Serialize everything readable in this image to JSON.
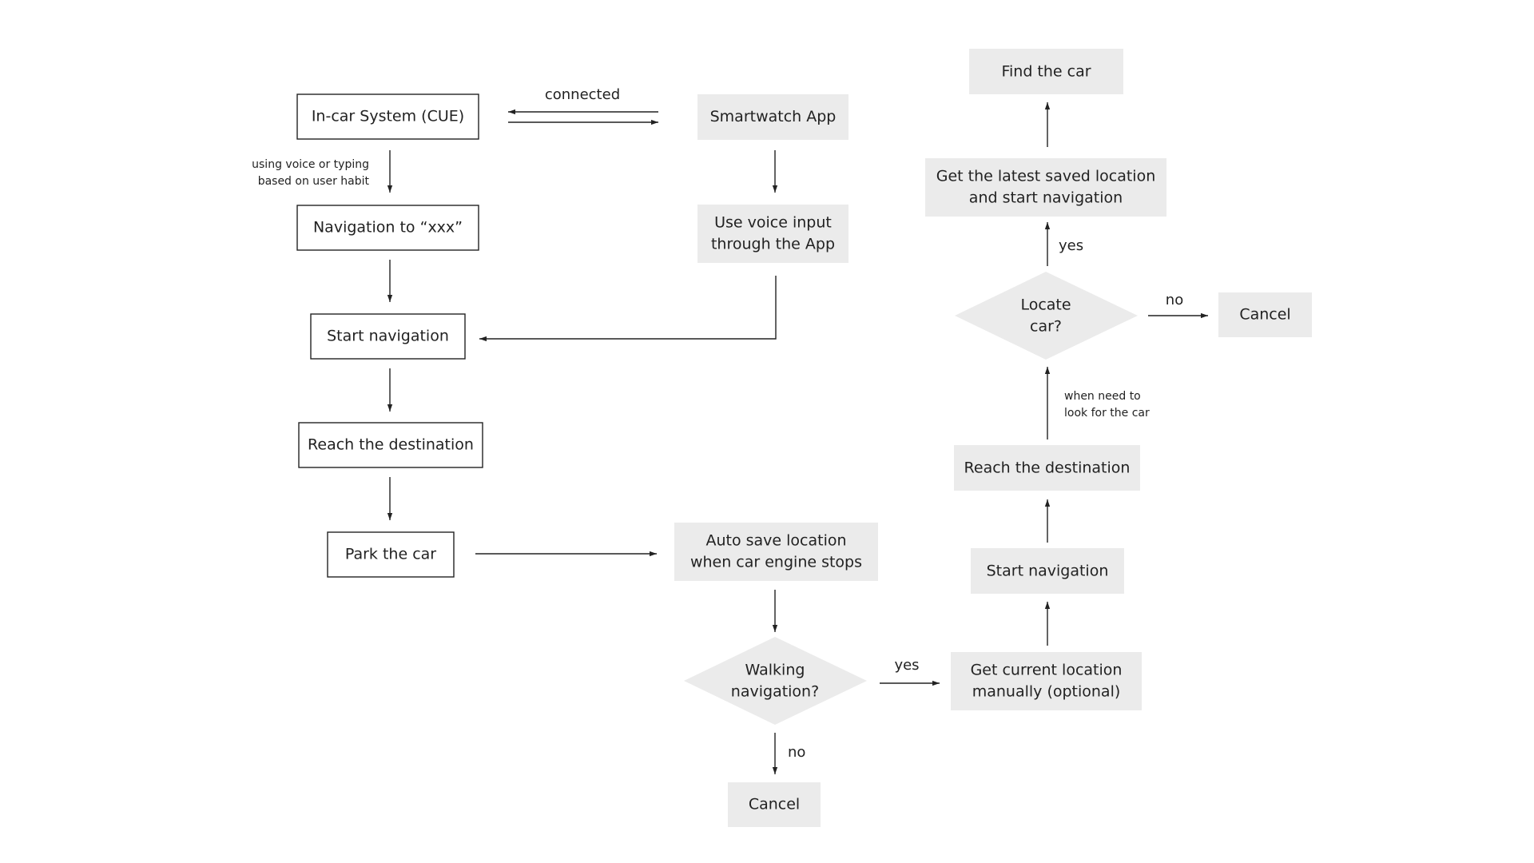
{
  "colors": {
    "outline_box_stroke": "#222222",
    "filled_box": "#ebebeb",
    "text": "#222222",
    "background": "#ffffff"
  },
  "nodes": {
    "in_car_system": "In-car System (CUE)",
    "navigation_to": "Navigation to “xxx”",
    "start_navigation_left": "Start navigation",
    "reach_destination_left": "Reach the destination",
    "park_car": "Park the car",
    "smartwatch_app": "Smartwatch App",
    "voice_input": [
      "Use voice input",
      "through the App"
    ],
    "auto_save": [
      "Auto save location",
      "when car engine stops"
    ],
    "walking_navigation": [
      "Walking",
      "navigation?"
    ],
    "cancel_bottom": "Cancel",
    "get_current_location": [
      "Get current location",
      "manually (optional)"
    ],
    "start_navigation_right": "Start navigation",
    "reach_destination_right": "Reach the destination",
    "locate_car": [
      "Locate",
      "car?"
    ],
    "cancel_right": "Cancel",
    "get_latest_location": [
      "Get the latest saved location",
      "and start navigation"
    ],
    "find_car": "Find the car"
  },
  "edge_labels": {
    "connected": "connected",
    "voice_or_typing": [
      "using voice or typing",
      "based on user habit"
    ],
    "walking_yes": "yes",
    "walking_no": "no",
    "locate_yes": "yes",
    "locate_no": "no",
    "when_need": [
      "when need to",
      "look for the car"
    ]
  }
}
